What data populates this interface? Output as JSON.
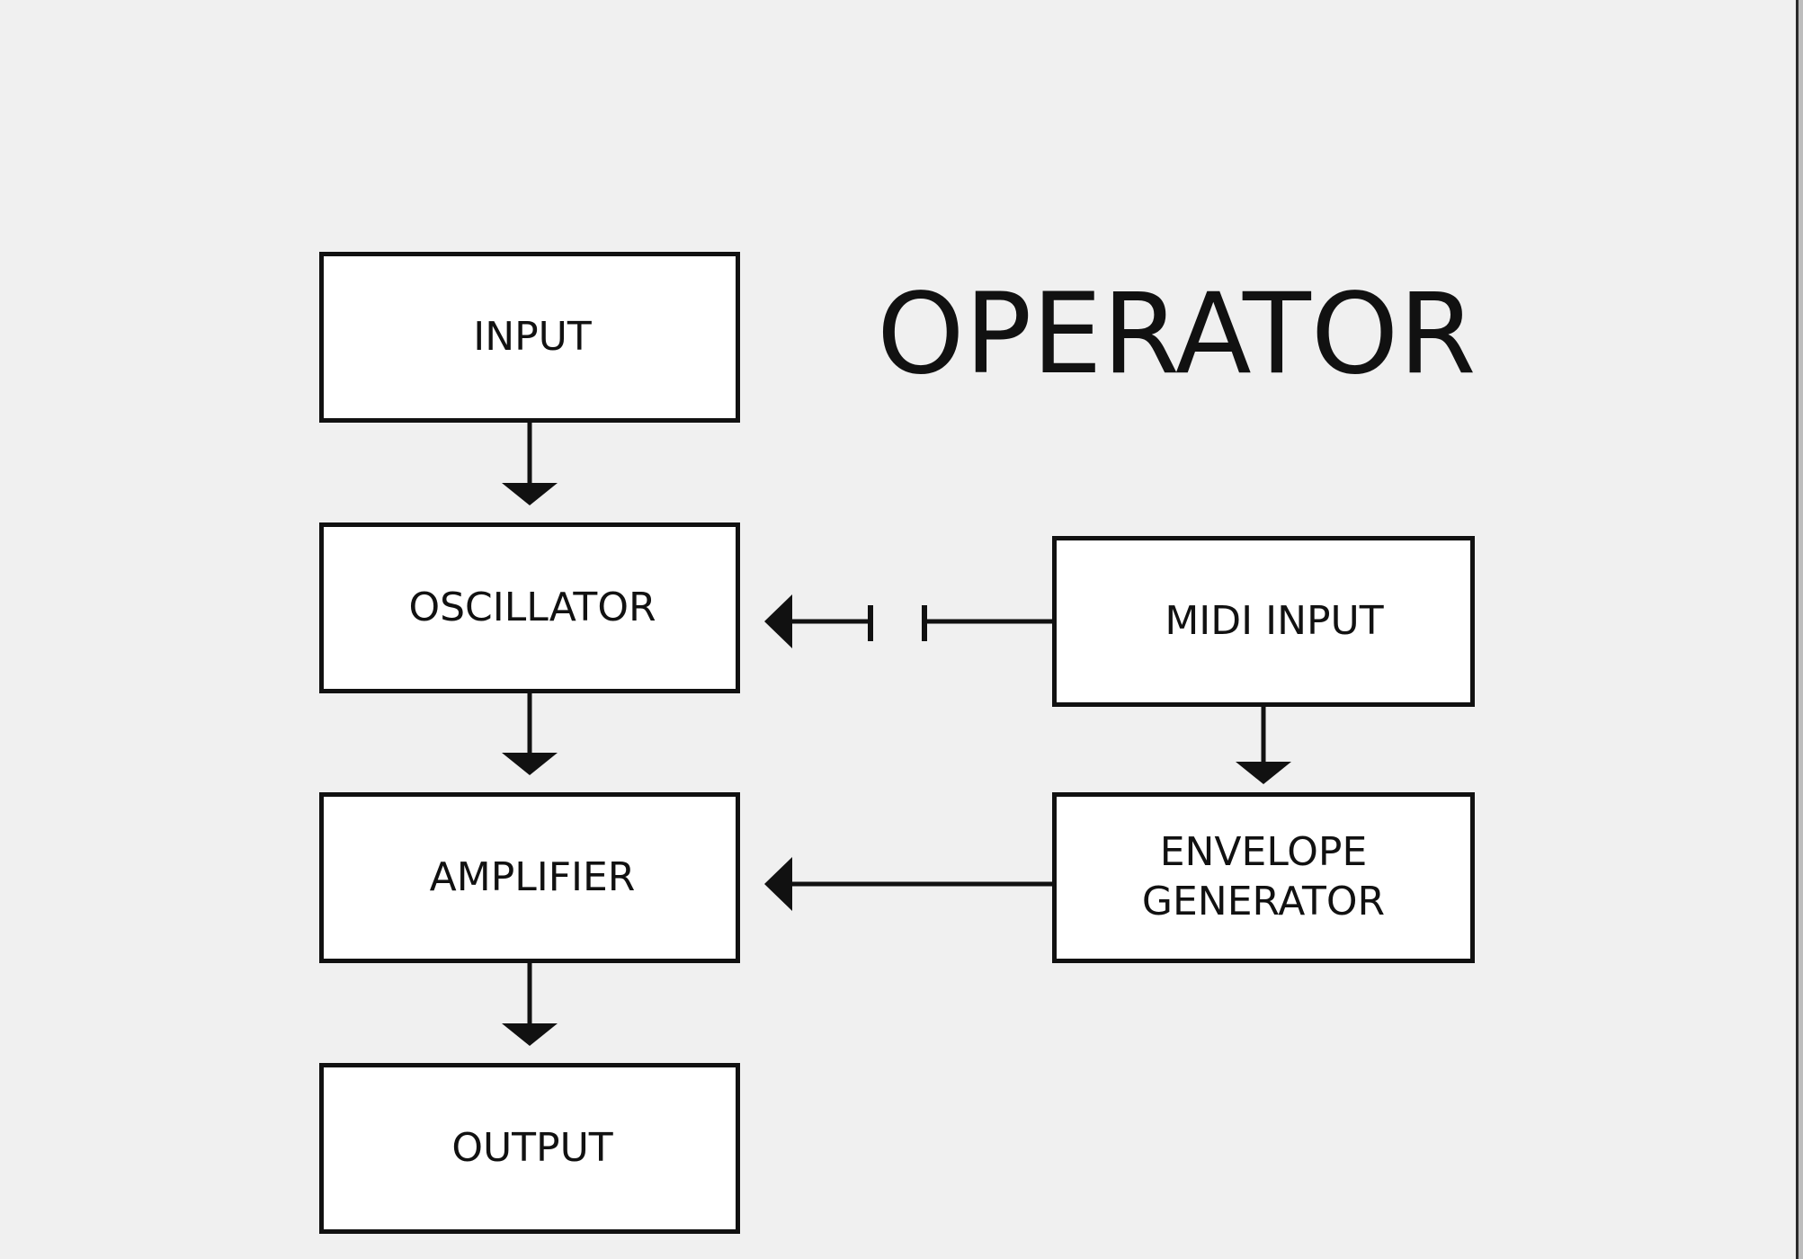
{
  "title": "OPERATOR",
  "nodes": {
    "input": "INPUT",
    "oscillator": "OSCILLATOR",
    "amplifier": "AMPLIFIER",
    "output": "OUTPUT",
    "midi_input": "MIDI INPUT",
    "envelope_line1": "ENVELOPE",
    "envelope_line2": "GENERATOR"
  },
  "colors": {
    "background": "#f0f0f0",
    "box_fill": "#ffffff",
    "stroke": "#111111"
  }
}
